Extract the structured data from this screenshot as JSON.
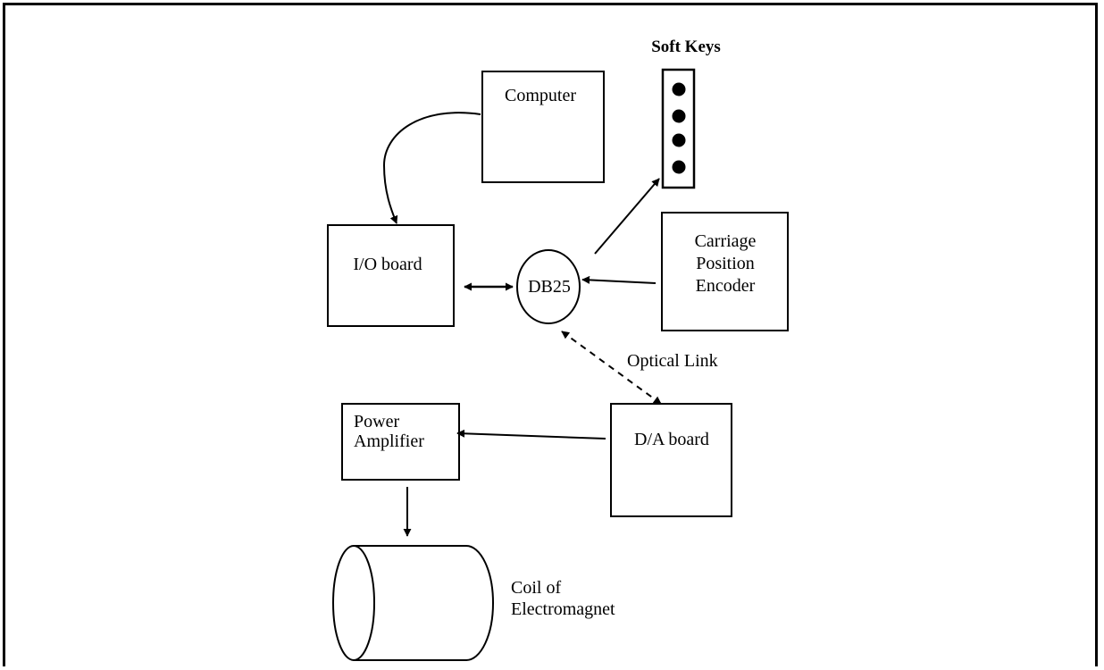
{
  "diagram": {
    "nodes": {
      "computer": "Computer",
      "soft_keys_label": "Soft Keys",
      "io_board": "I/O board",
      "db25": "DB25",
      "carriage": [
        "Carriage",
        "Position",
        "Encoder"
      ],
      "optical_link": "Optical Link",
      "power_amplifier": [
        "Power",
        "Amplifier"
      ],
      "da_board": "D/A board",
      "coil": [
        "Coil of",
        "Electromagnet"
      ]
    },
    "soft_key_count": 4,
    "edges": [
      {
        "from": "computer",
        "to": "io_board",
        "style": "solid",
        "direction": "forward"
      },
      {
        "from": "io_board",
        "to": "db25",
        "style": "solid",
        "direction": "both"
      },
      {
        "from": "db25",
        "to": "soft_keys",
        "style": "solid",
        "direction": "forward"
      },
      {
        "from": "carriage_position_encoder",
        "to": "db25",
        "style": "solid",
        "direction": "forward"
      },
      {
        "from": "db25",
        "to": "da_board",
        "style": "dashed",
        "direction": "both",
        "label": "Optical Link"
      },
      {
        "from": "da_board",
        "to": "power_amplifier",
        "style": "solid",
        "direction": "forward"
      },
      {
        "from": "power_amplifier",
        "to": "coil",
        "style": "solid",
        "direction": "forward"
      }
    ]
  }
}
